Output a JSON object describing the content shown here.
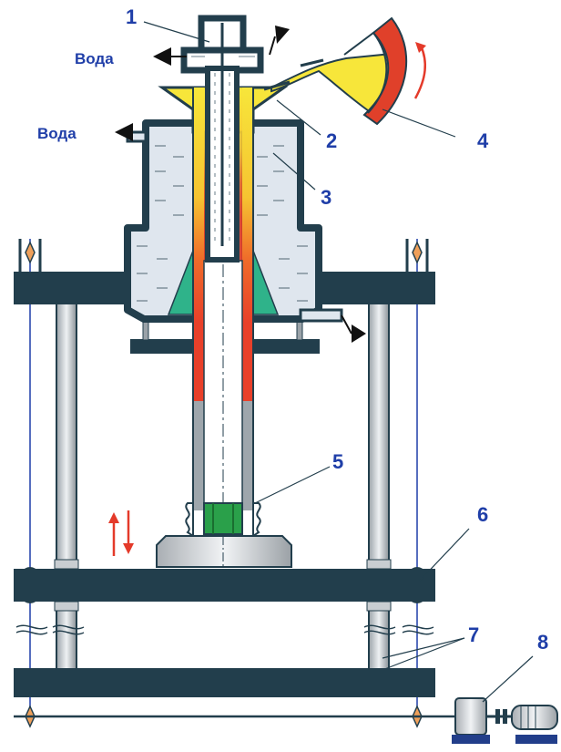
{
  "labels": {
    "water_left": "Вода",
    "water_top": "Вода",
    "part_1": "1",
    "part_2": "2",
    "part_3": "3",
    "part_4": "4",
    "part_5": "5",
    "part_6": "6",
    "part_7": "7",
    "part_8": "8"
  },
  "colors": {
    "frame": "#223e4c",
    "molten": "#f5e23a",
    "hot": "#e8402a",
    "water": "#dfe6ee",
    "label": "#1f3ea8",
    "arrow_red": "#e43a2a",
    "ingot_green": "#2aa04a",
    "cone_green": "#2fb38a",
    "ladle_red": "#e0402a"
  }
}
